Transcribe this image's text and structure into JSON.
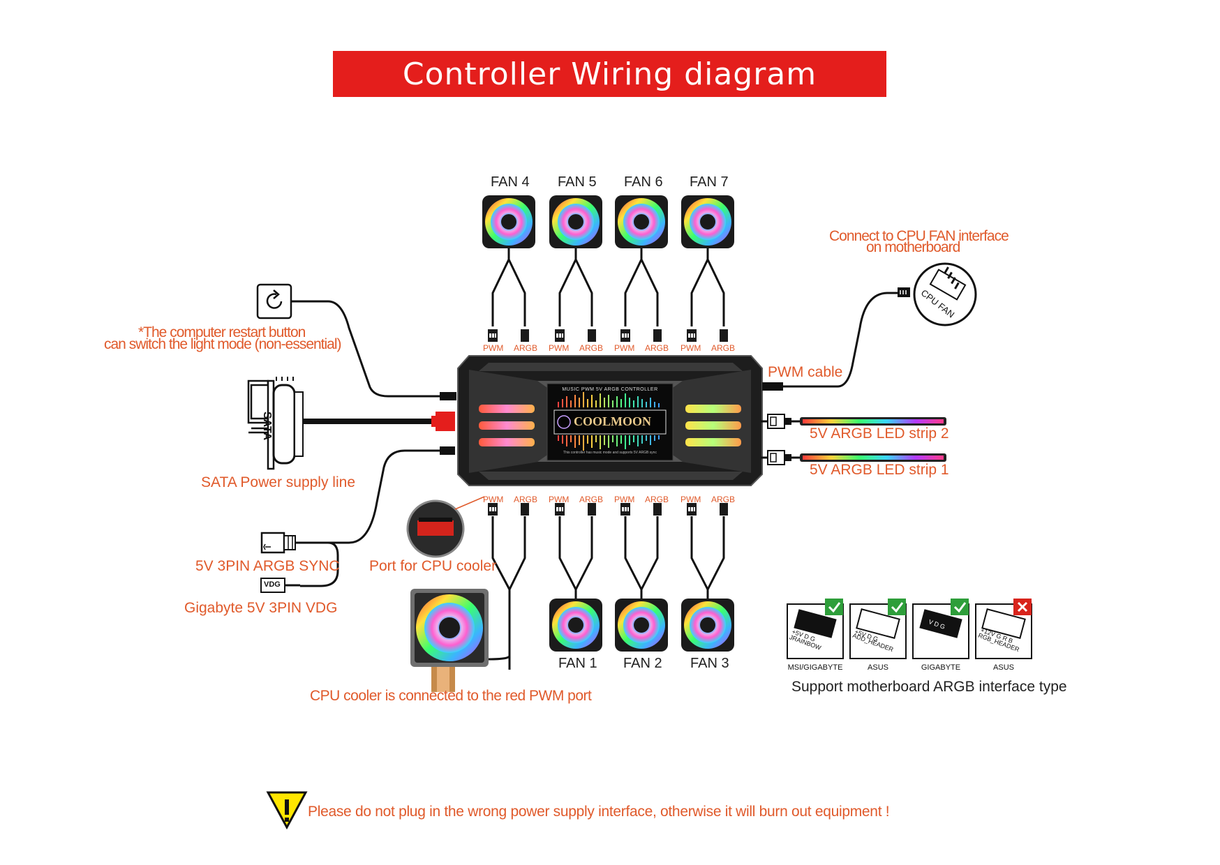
{
  "title": "Controller Wiring diagram",
  "fans_top": [
    "FAN 4",
    "FAN 5",
    "FAN 6",
    "FAN 7"
  ],
  "fans_bottom": [
    "FAN 1",
    "FAN 2",
    "FAN 3"
  ],
  "port_labels": {
    "pwm": "PWM",
    "argb": "ARGB"
  },
  "restart_note_line1": "*The computer restart button",
  "restart_note_line2": "can switch the light mode  (non-essential)",
  "sata_connector": "SATA",
  "sata_label": "SATA Power supply line",
  "argb_sync_label": "5V 3PIN ARGB SYNC",
  "vdg_tag": "VDG",
  "vdg_label": "Gigabyte 5V 3PIN VDG",
  "cpu_port_label": "Port for CPU cooler",
  "cpu_cooler_note": "CPU cooler is connected to the red PWM port",
  "cpu_fan_note_line1": "Connect to CPU FAN interface",
  "cpu_fan_note_line2": "on motherboard",
  "cpu_fan_badge": "CPU FAN",
  "pwm_cable_label": "PWM cable",
  "led_strip_2": "5V ARGB LED strip 2",
  "led_strip_1": "5V ARGB LED strip 1",
  "controller": {
    "header": "MUSIC PWM 5V ARGB CONTROLLER",
    "brand": "COOLMOON",
    "footer": "This controller has music mode and supports 5V ARGB sync"
  },
  "motherboard_types": [
    {
      "name": "MSI/GIGABYTE",
      "pins": "+5V  D  G",
      "header": "JRAINBOW",
      "supported": true
    },
    {
      "name": "ASUS",
      "pins": "+5V  D  G",
      "header": "ADD_HEADER",
      "supported": true
    },
    {
      "name": "GIGABYTE",
      "pins": "V  D  G",
      "header": "",
      "supported": true
    },
    {
      "name": "ASUS",
      "pins": "+12V  G  R  B",
      "header": "RGB_HEADER",
      "supported": false
    }
  ],
  "motherboard_support_label": "Support motherboard ARGB interface type",
  "warning_text": "Please do not plug in the wrong power supply interface, otherwise it will burn out equipment !",
  "colors": {
    "accent": "#e41e1c",
    "label": "#e05a2b",
    "cable": "#111111",
    "check": "#2e9e3a",
    "cross": "#d8241c"
  }
}
